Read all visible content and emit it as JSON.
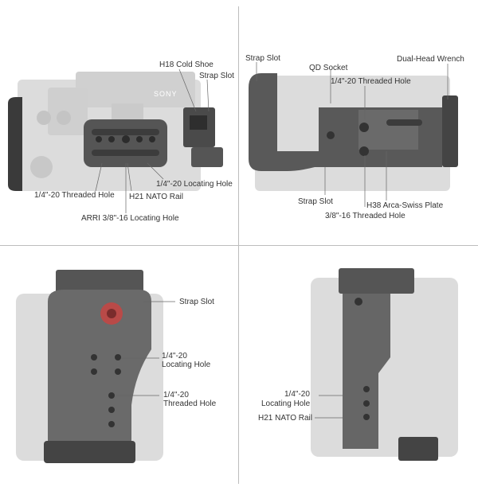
{
  "panels": {
    "top_left": {
      "brand": "SONY",
      "labels": {
        "h18_cold_shoe": "H18 Cold Shoe",
        "strap_slot": "Strap Slot",
        "threaded_hole": "1/4\"-20 Threaded Hole",
        "locating_hole": "1/4\"-20 Locating Hole",
        "nato_rail": "H21 NATO Rail",
        "arri_locating": "ARRI 3/8\"-16 Locating Hole"
      }
    },
    "top_right": {
      "labels": {
        "strap_slot_top": "Strap Slot",
        "qd_socket": "QD Socket",
        "dual_head_wrench": "Dual-Head Wrench",
        "threaded_hole_quarter": "1/4\"-20 Threaded Hole",
        "strap_slot_bottom": "Strap Slot",
        "arca_plate": "H38 Arca-Swiss Plate",
        "threaded_hole_three_eighths": "3/8\"-16 Threaded Hole"
      }
    },
    "bottom_left": {
      "labels": {
        "strap_slot": "Strap Slot",
        "locating_hole_line1": "1/4\"-20",
        "locating_hole_line2": "Locating Hole",
        "threaded_hole_line1": "1/4\"-20",
        "threaded_hole_line2": "Threaded Hole"
      }
    },
    "bottom_right": {
      "labels": {
        "locating_hole_line1": "1/4\"-20",
        "locating_hole_line2": "Locating Hole",
        "nato_rail": "H21 NATO Rail"
      }
    }
  }
}
